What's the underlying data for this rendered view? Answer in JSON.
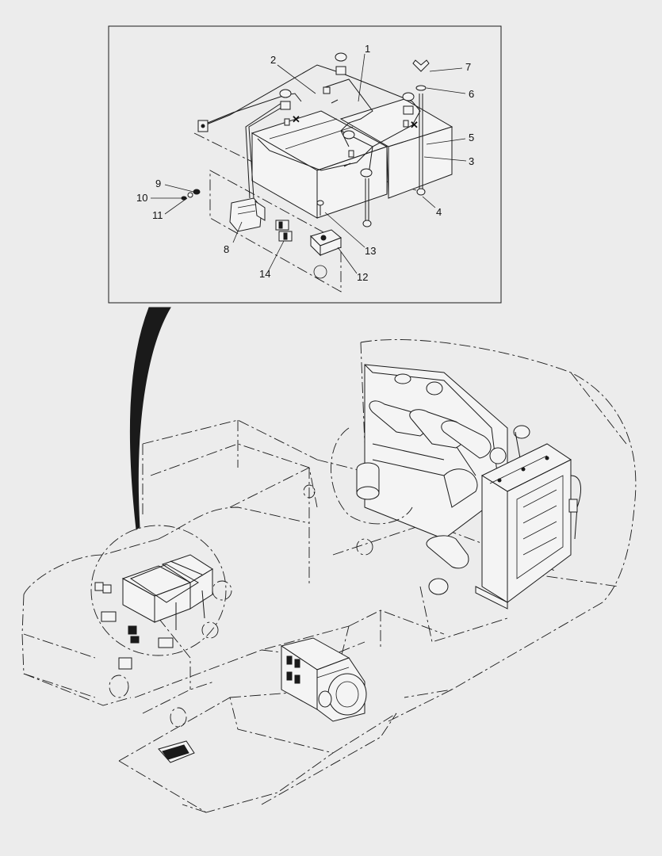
{
  "diagram": {
    "callouts": [
      {
        "id": "1",
        "text": "1"
      },
      {
        "id": "2",
        "text": "2"
      },
      {
        "id": "3",
        "text": "3"
      },
      {
        "id": "4",
        "text": "4"
      },
      {
        "id": "5",
        "text": "5"
      },
      {
        "id": "6",
        "text": "6"
      },
      {
        "id": "7",
        "text": "7"
      },
      {
        "id": "8",
        "text": "8"
      },
      {
        "id": "9",
        "text": "9"
      },
      {
        "id": "10",
        "text": "10"
      },
      {
        "id": "11",
        "text": "11"
      },
      {
        "id": "12",
        "text": "12"
      },
      {
        "id": "13",
        "text": "13"
      },
      {
        "id": "14",
        "text": "14"
      }
    ],
    "colors": {
      "background": "#ececec",
      "ink": "#1a1a1a",
      "panel": "#ececec"
    }
  }
}
